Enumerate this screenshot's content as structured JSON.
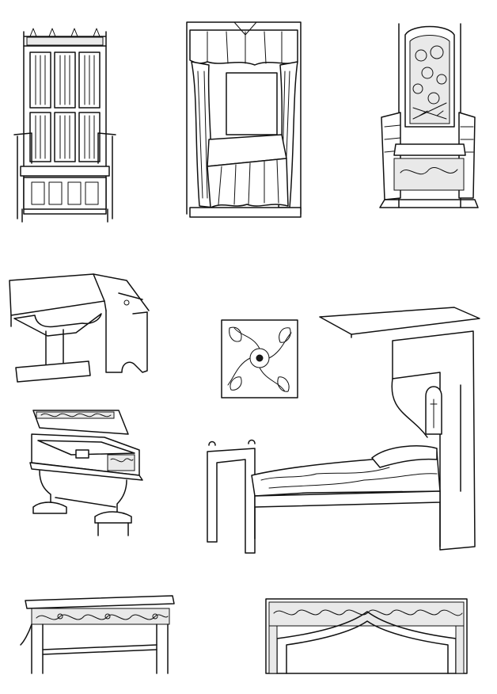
{
  "page": {
    "background": "#ffffff",
    "line_color": "#111111"
  },
  "illustrations": [
    {
      "id": "gothic-armchair",
      "icon": "panelled-chair-icon"
    },
    {
      "id": "canopy-bed",
      "icon": "four-poster-bed-icon"
    },
    {
      "id": "carved-throne-chair",
      "icon": "throne-icon"
    },
    {
      "id": "sloped-writing-desk",
      "icon": "lectern-desk-icon"
    },
    {
      "id": "carved-tile",
      "icon": "rosette-tile-icon"
    },
    {
      "id": "half-tester-bed",
      "icon": "tester-bed-icon"
    },
    {
      "id": "writing-box-table",
      "icon": "writing-box-icon"
    },
    {
      "id": "carved-bench-table",
      "icon": "trestle-table-icon"
    },
    {
      "id": "carved-arch-frieze",
      "icon": "arch-frieze-icon"
    }
  ]
}
